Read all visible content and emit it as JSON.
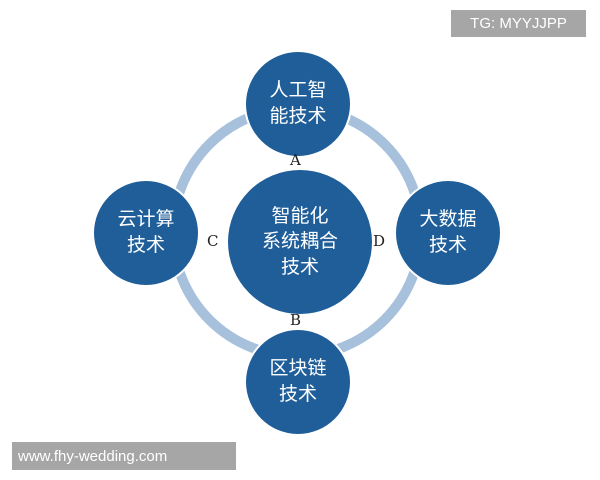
{
  "diagram": {
    "center": "智能化\n系统耦合\n技术",
    "top": "人工智\n能技术",
    "left": "云计算\n技术",
    "right": "大数据\n技术",
    "bottom": "区块链\n技术",
    "connector_labels": {
      "a": "A",
      "b": "B",
      "c": "C",
      "d": "D"
    },
    "colors": {
      "node": "#1f5e99",
      "ring": "#a7c0dc",
      "background": "#ffffff"
    }
  },
  "watermarks": {
    "top_right": "TG: MYYJJPP",
    "bottom_left": "www.fhy-wedding.com"
  }
}
